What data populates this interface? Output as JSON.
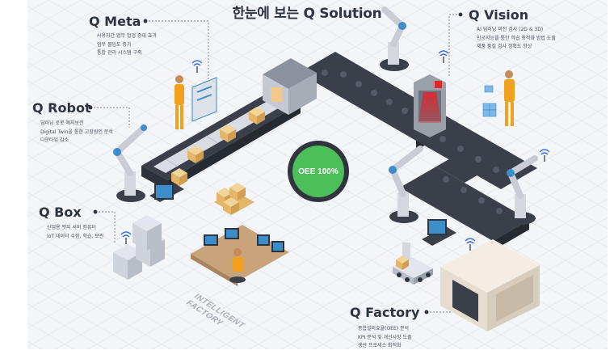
{
  "title": "한눈에 보는 Q Solution",
  "oee": "OEE 100%",
  "floor_label": [
    "INTELLIGENT",
    "FACTORY"
  ],
  "sections": {
    "meta": {
      "title": "Q Meta",
      "lines": [
        "사용자간 업무 협업 증대 효과",
        "업무 몰입도 증가",
        "통합 관리 시스템 구축"
      ]
    },
    "vision": {
      "title": "Q Vision",
      "lines": [
        "AI 딥러닝 비전 검사 (2D & 3D)",
        "인공지능을 통한 학습 최적화 방법 도출",
        "제품 품질 검사 정확도 향상"
      ]
    },
    "robot": {
      "title": "Q Robot",
      "lines": [
        "딥러닝 로봇 예지보전",
        "Digital Twin을 통한 고장원인 분석",
        "다운타임 감소"
      ]
    },
    "box": {
      "title": "Q Box",
      "lines": [
        "산업용 엣지 서버 컴퓨터",
        "IoT 데이터 수집, 학습, 보관"
      ]
    },
    "factory": {
      "title": "Q Factory",
      "lines": [
        "종합설비효율(OEE) 분석",
        "KPI 분석 및 개선사항 도출",
        "생산 프로세스 최적화"
      ]
    }
  },
  "colors": {
    "oee_green": "#4cbf5a",
    "worker_orange": "#f0a21f",
    "conveyor_dark": "#3a3f4a",
    "red_beam": "#e0262b"
  }
}
